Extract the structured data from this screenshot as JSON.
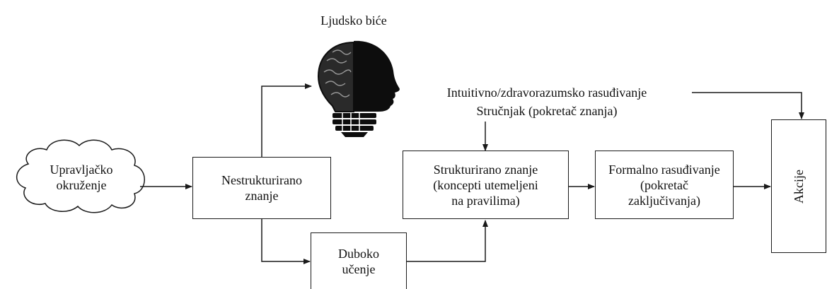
{
  "human_label": "Ljudsko biće",
  "environment_label": "Upravljačko\nokruženje",
  "unstructured_label": "Nestrukturirano\nznanje",
  "deep_learning_label": "Duboko\nučenje",
  "intuitive_label": "Intuitivno/zdravorazumsko rasuđivanje",
  "expert_label": "Stručnjak (pokretač znanja)",
  "structured_label": "Strukturirano znanje\n(koncepti utemeljeni\nna pravilima)",
  "formal_label": "Formalno rasuđivanje\n(pokretač\nzaključivanja)",
  "actions_label": "Akcije",
  "colors": {
    "stroke": "#1a1a1a",
    "head_fill": "#0d0d0d"
  }
}
